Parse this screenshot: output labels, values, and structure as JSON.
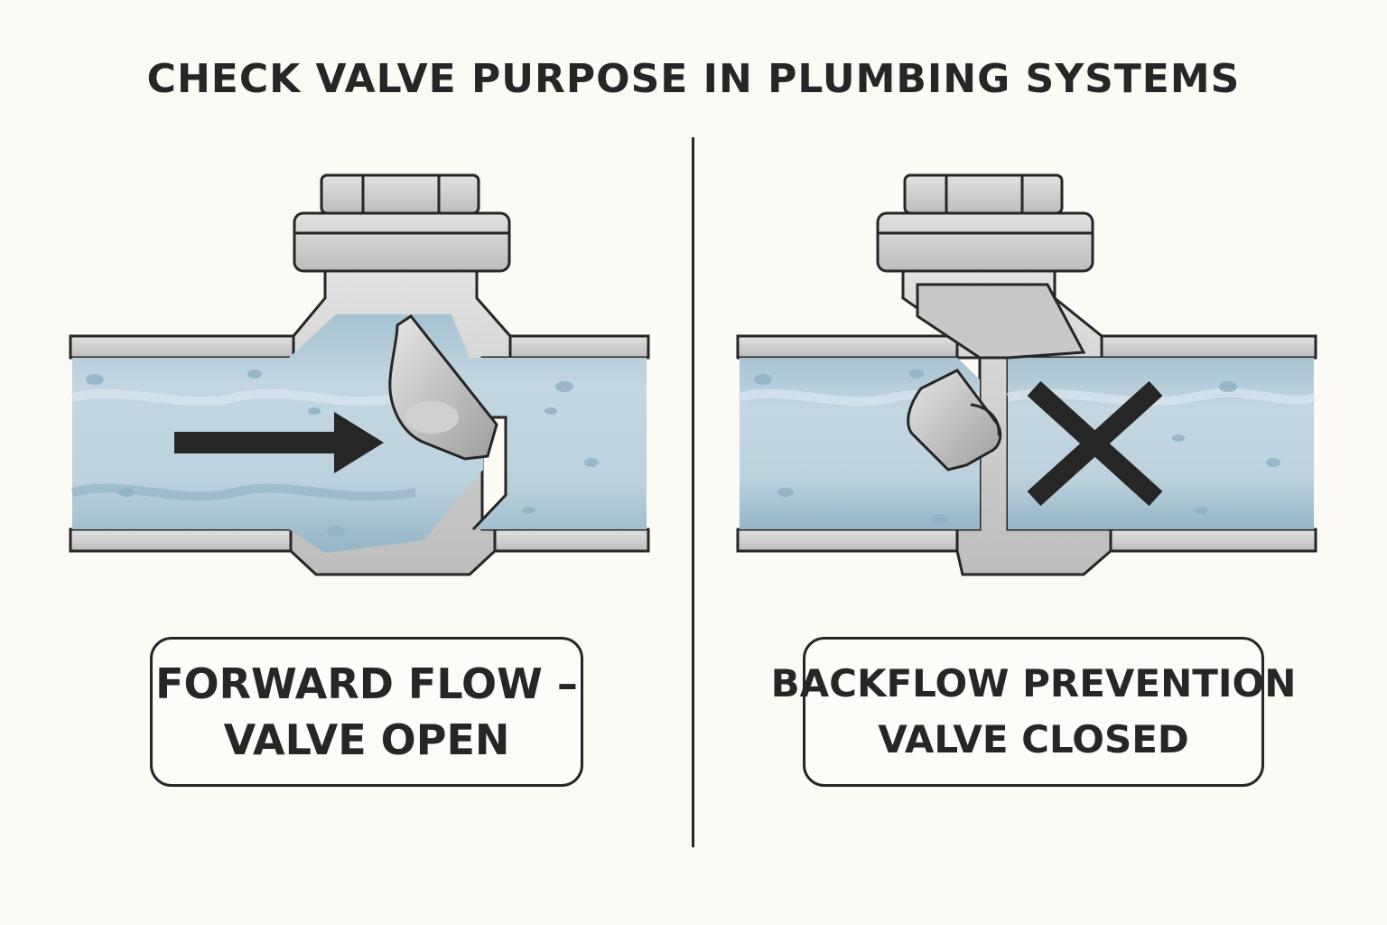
{
  "title": "CHECK VALVE PURPOSE IN PLUMBING SYSTEMS",
  "panels": [
    {
      "state": "open",
      "caption_line1": "FORWARD FLOW –",
      "caption_line2": "VALVE OPEN",
      "flow_symbol": "right-arrow-icon"
    },
    {
      "state": "closed",
      "caption_line1": "BACKFLOW PREVENTION",
      "caption_line2": "VALVE CLOSED",
      "flow_symbol": "x-mark-icon"
    }
  ],
  "colors": {
    "background": "#fbfaf5",
    "outline": "#262626",
    "metal": "#d4d4d4",
    "metal_dark": "#a9a9a9",
    "water_light": "#bcd3df",
    "water_dark": "#9dbccc"
  }
}
